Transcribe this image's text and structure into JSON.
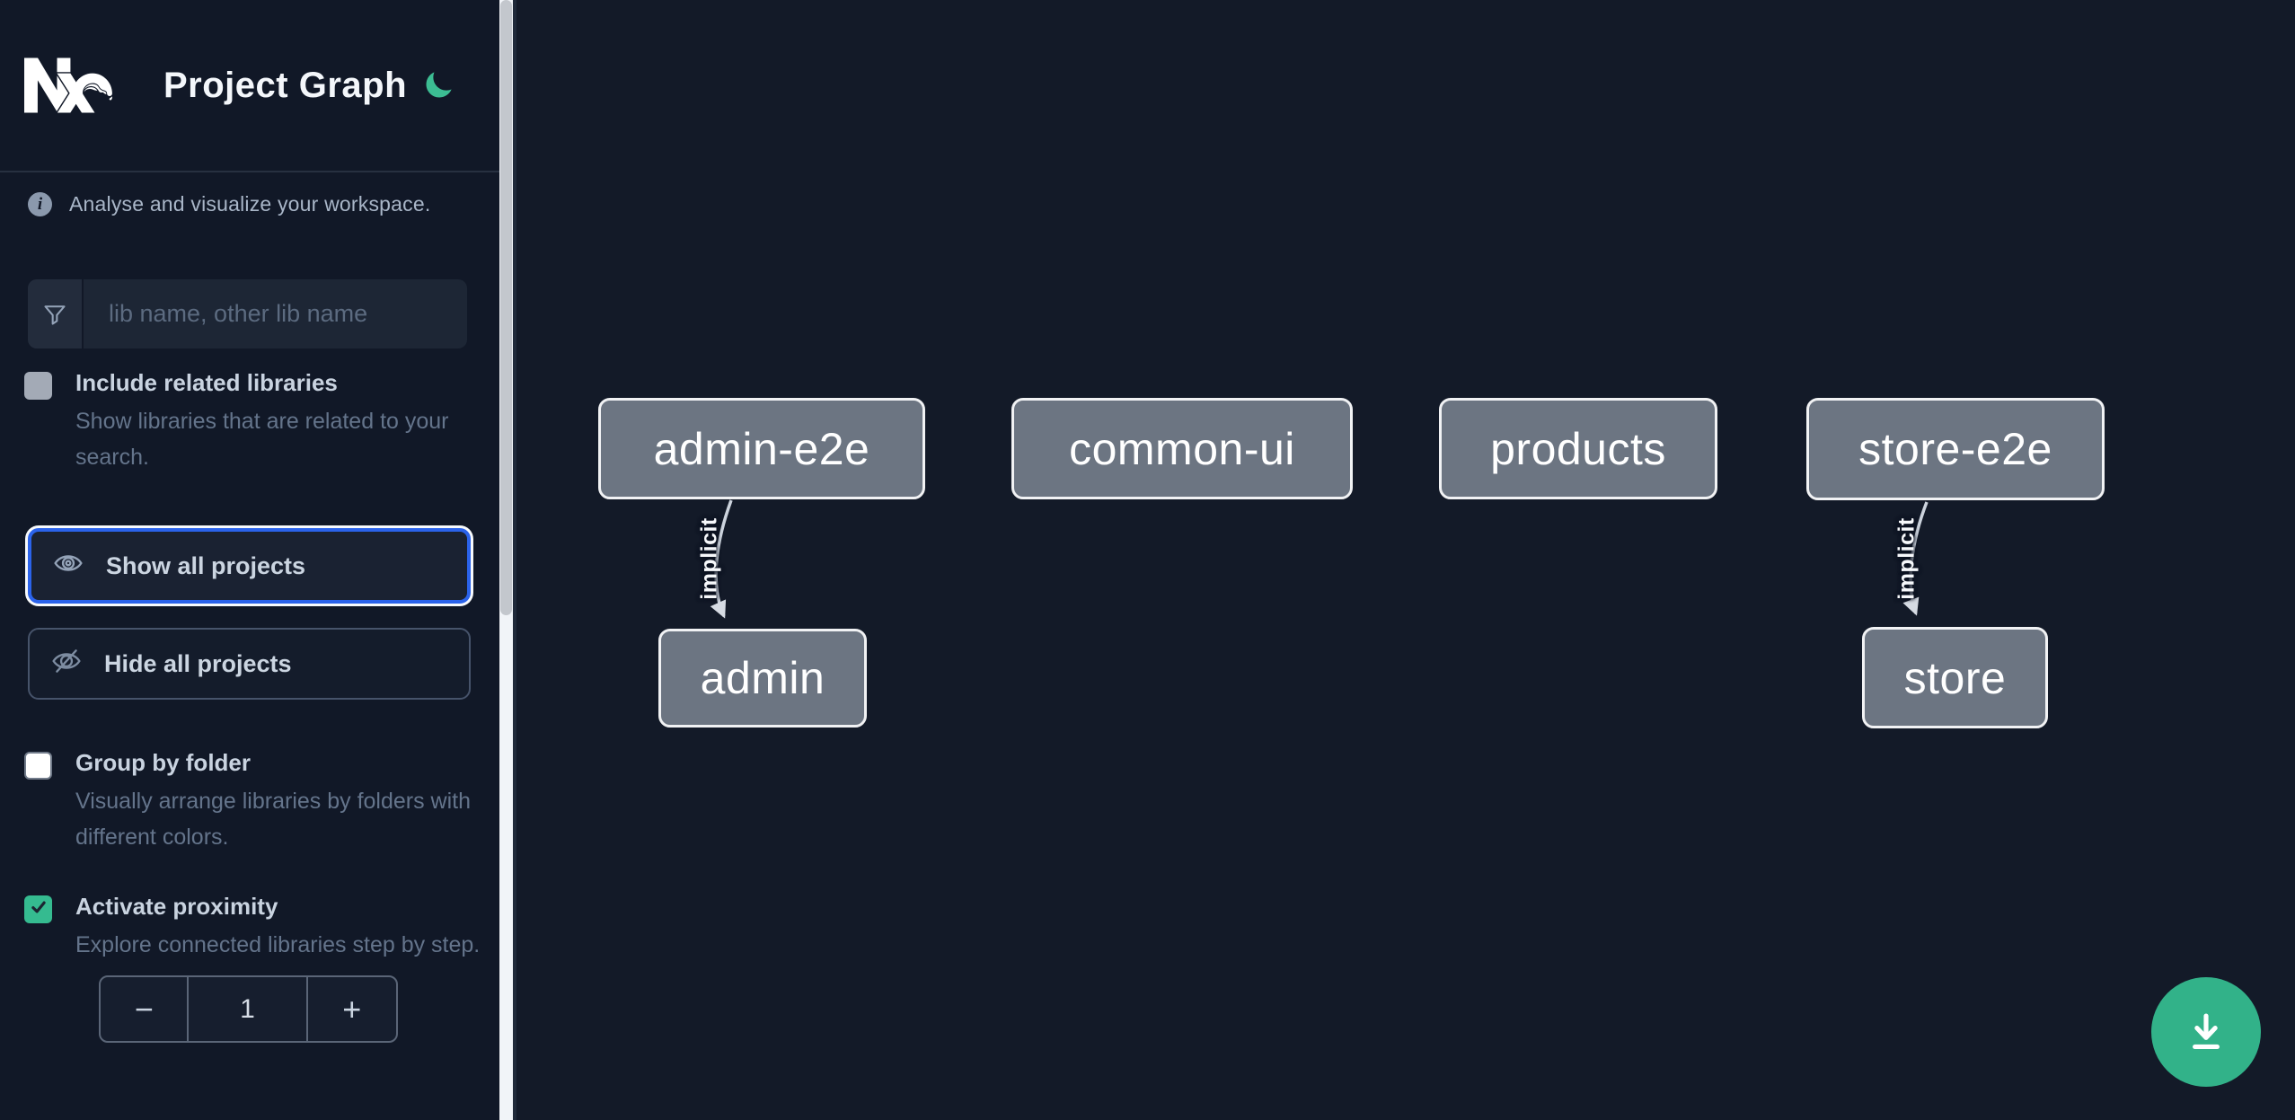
{
  "app": {
    "title": "Project Graph"
  },
  "intro": {
    "text": "Analyse and visualize your workspace."
  },
  "search": {
    "placeholder": "lib name, other lib name",
    "value": ""
  },
  "options": {
    "include_related": {
      "label": "Include related libraries",
      "description": "Show libraries that are related to your search.",
      "checked": false
    },
    "group_by_folder": {
      "label": "Group by folder",
      "description": "Visually arrange libraries by folders with different colors.",
      "checked": false
    },
    "activate_proximity": {
      "label": "Activate proximity",
      "description": "Explore connected libraries step by step.",
      "checked": true
    }
  },
  "buttons": {
    "show_all": "Show all projects",
    "hide_all": "Hide all projects"
  },
  "stepper": {
    "decrement": "−",
    "value": "1",
    "increment": "+"
  },
  "graph": {
    "nodes": [
      {
        "label": "admin-e2e"
      },
      {
        "label": "common-ui"
      },
      {
        "label": "products"
      },
      {
        "label": "store-e2e"
      },
      {
        "label": "admin"
      },
      {
        "label": "store"
      }
    ],
    "edges": [
      {
        "from": "admin-e2e",
        "to": "admin",
        "label": "implicit"
      },
      {
        "from": "store-e2e",
        "to": "store",
        "label": "implicit"
      }
    ]
  },
  "colors": {
    "accent_green": "#32b289",
    "checkbox_green": "#35bb90",
    "focus_blue": "#2b63eb",
    "sidebar_bg": "#111827",
    "canvas_bg": "#131a28",
    "node_fill": "#6c7582",
    "node_border": "#f1f2f4"
  }
}
